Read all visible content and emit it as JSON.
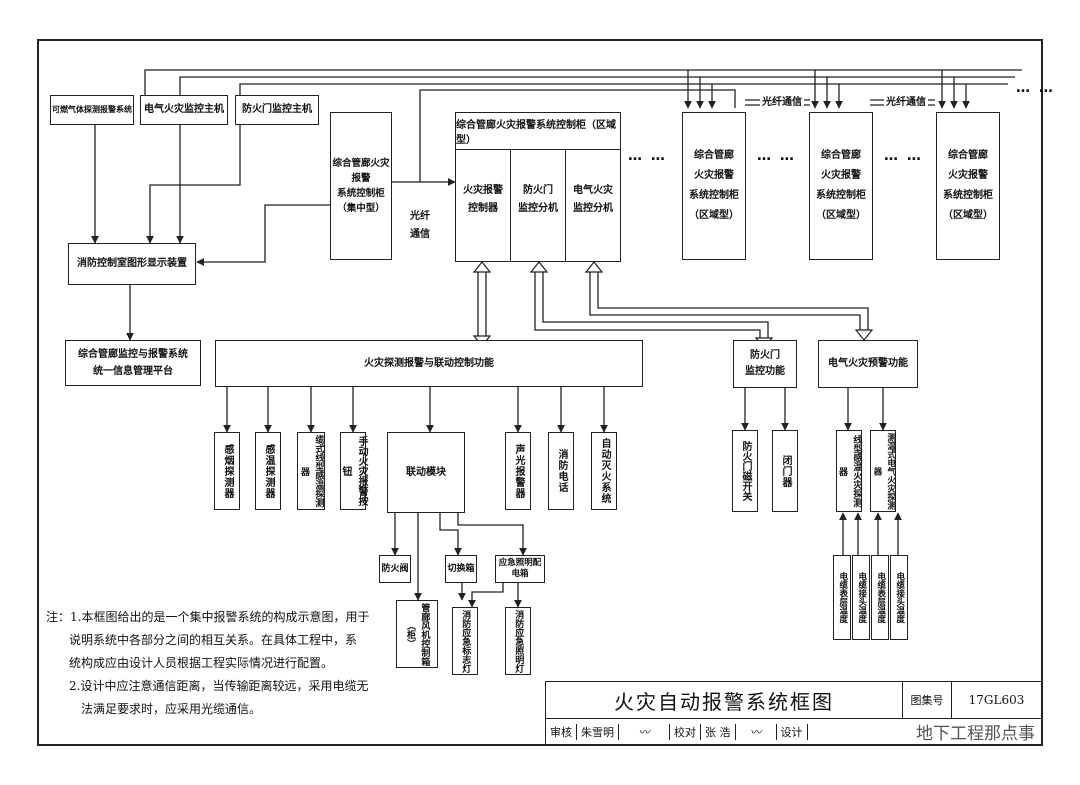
{
  "top_sources": [
    "可燃气体探测报警系统",
    "电气火灾监控主机",
    "防火门监控主机"
  ],
  "central_cabinet": "综合管廊火灾报警系统控制柜（集中型）",
  "central_cabinet_lines": [
    "综合管廊火灾报警",
    "系统控制柜",
    "（集中型）"
  ],
  "fiber_label_left": [
    "光纤",
    "通信"
  ],
  "regional_cabinet": {
    "title": "综合管廊火灾报警系统控制柜（区域型）",
    "sub": [
      [
        "火灾报警",
        "控制器"
      ],
      [
        "防火门",
        "监控分机"
      ],
      [
        "电气火灾",
        "监控分机"
      ]
    ]
  },
  "regional_small": [
    "综合管廊",
    "火灾报警",
    "系统控制柜",
    "（区域型）"
  ],
  "fiber_label_top": "光纤通信",
  "ellipsis": "… …",
  "display_device": "消防控制室图形显示装置",
  "platform": [
    "综合管廊监控与报警系统",
    "统一信息管理平台"
  ],
  "function_bar": "火灾探测报警与联动控制功能",
  "firedoor_func": [
    "防火门",
    "监控功能"
  ],
  "electric_func": "电气火灾预警功能",
  "detectors": [
    "感烟探测器",
    "感温探测器",
    "缆式线型感温探测器",
    "手动火灾报警按钮"
  ],
  "linkage": "联动模块",
  "outputs": [
    "声光报警器",
    "消防电话",
    "自动灭火系统"
  ],
  "door_items": [
    "防火门磁开关",
    "闭门器"
  ],
  "elec_items": [
    "线型感温火灾探测器",
    "测温式电气火灾探测器"
  ],
  "cable_items": [
    "电缆表层温度",
    "电缆接头温度",
    "电缆表层温度",
    "电缆接头温度"
  ],
  "linkage_outputs": {
    "damper": "防火阀",
    "switch": "切换箱",
    "emergency": "应急照明配电箱",
    "fan": "管廊风机控制箱（柜）",
    "sign": "消防应急标志灯",
    "light": "消防应急照明灯"
  },
  "notes": [
    "注：1.本框图给出的是一个集中报警系统的构成示意图，用于",
    "说明系统中各部分之间的相互关系。在具体工程中，系",
    "统构成应由设计人员根据工程实际情况进行配置。",
    "2.设计中应注意通信距离，当传输距离较远，采用电缆无",
    "法满足要求时，应采用光缆通信。"
  ],
  "title_block": {
    "title": "火灾自动报警系统框图",
    "atlas_label": "图集号",
    "atlas_no": "17GL603",
    "row": [
      "审核",
      "朱雪明",
      "校对",
      "张 浩",
      "设计"
    ],
    "watermark": "地下工程那点事"
  }
}
